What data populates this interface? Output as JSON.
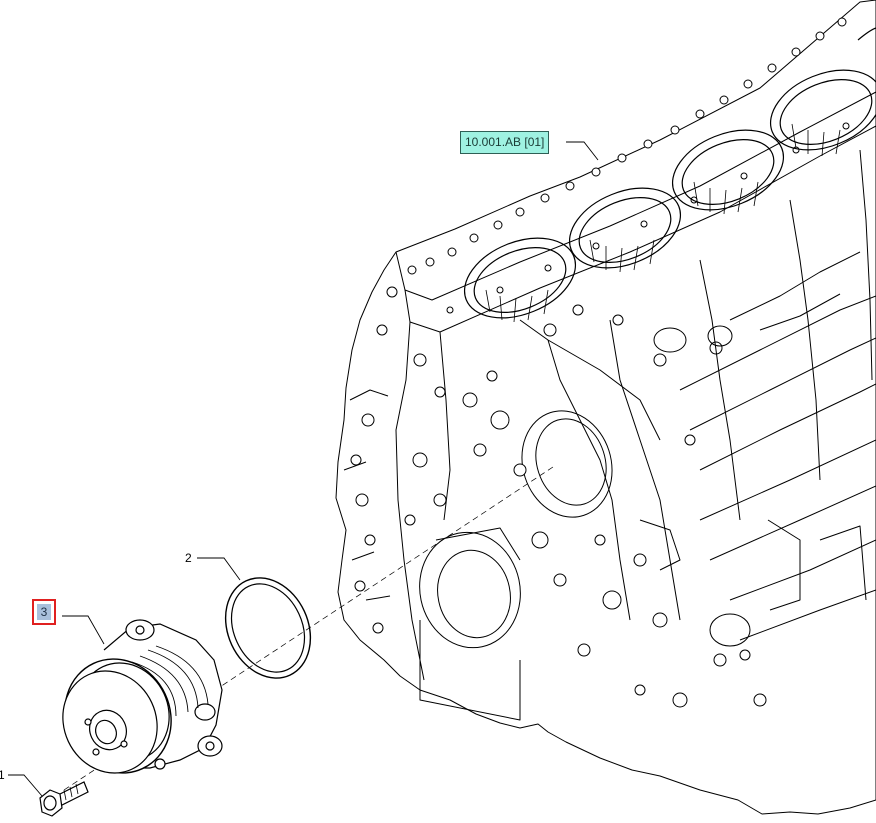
{
  "reference_tag": "10.001.AB [01]",
  "callouts": {
    "item_1": "1",
    "item_2": "2",
    "item_3": "3"
  },
  "colors": {
    "reference_tag_bg": "#9ff2e2",
    "selected_border": "#e02020",
    "selected_fill": "#a9c0dc"
  }
}
